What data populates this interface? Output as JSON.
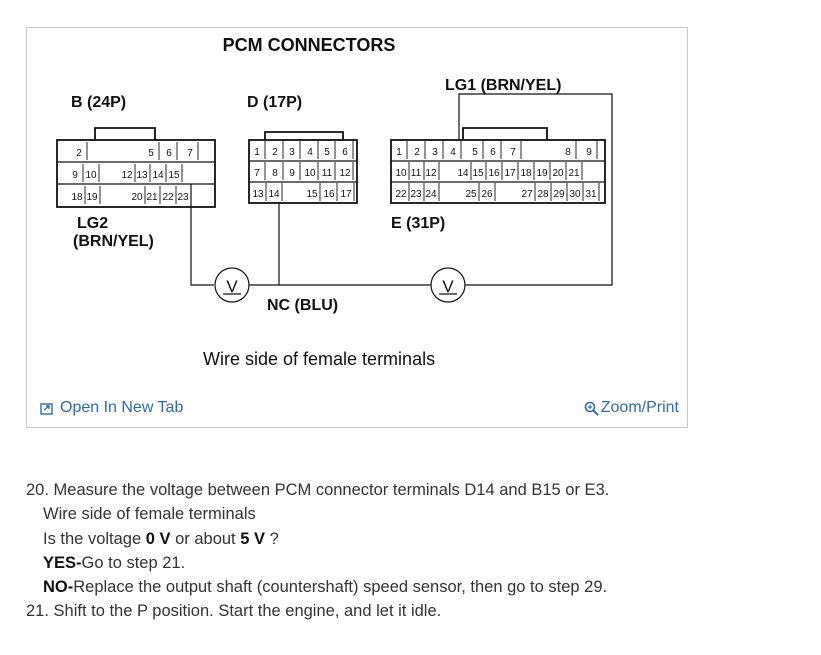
{
  "figure": {
    "title": "PCM CONNECTORS",
    "connector_b_label": "B (24P)",
    "connector_d_label": "D (17P)",
    "lg1_label": "LG1 (BRN/YEL)",
    "lg2_label_line1": "LG2",
    "lg2_label_line2": "(BRN/YEL)",
    "connector_e_label": "E (31P)",
    "nc_label": "NC (BLU)",
    "voltmeter_symbol": "V",
    "caption": "Wire side of female terminals",
    "b_row1": [
      "2",
      "5",
      "6",
      "7"
    ],
    "b_row2": [
      "9",
      "10",
      "12",
      "13",
      "14",
      "15"
    ],
    "b_row3": [
      "18",
      "19",
      "20",
      "21",
      "22",
      "23"
    ],
    "d_row1": [
      "1",
      "2",
      "3",
      "4",
      "5",
      "6"
    ],
    "d_row2": [
      "7",
      "8",
      "9",
      "10",
      "11",
      "12"
    ],
    "d_row3": [
      "13",
      "14",
      "15",
      "16",
      "17"
    ],
    "e_row1": [
      "1",
      "2",
      "3",
      "4",
      "5",
      "6",
      "7",
      "8",
      "9"
    ],
    "e_row2": [
      "10",
      "11",
      "12",
      "14",
      "15",
      "16",
      "17",
      "18",
      "19",
      "20",
      "21"
    ],
    "e_row3": [
      "22",
      "23",
      "24",
      "25",
      "26",
      "27",
      "28",
      "29",
      "30",
      "31"
    ]
  },
  "footer": {
    "open_tab_label": "Open In New Tab",
    "zoom_print_label": "Zoom/Print"
  },
  "steps": {
    "step20": "20. Measure the voltage between PCM connector terminals D14 and B15 or E3.",
    "step20_sub": "Wire side of female terminals",
    "question_prefix": "Is the voltage ",
    "question_v1": "0 V",
    "question_mid": " or about ",
    "question_v2": "5 V",
    "question_suffix": " ?",
    "yes_label": "YES-",
    "yes_text": "Go to step 21.",
    "no_label": "NO-",
    "no_text": "Replace the output shaft (countershaft) speed sensor, then go to step 29.",
    "step21": "21. Shift to the P position. Start the engine, and let it idle."
  },
  "colors": {
    "link": "#2a6bb3"
  }
}
